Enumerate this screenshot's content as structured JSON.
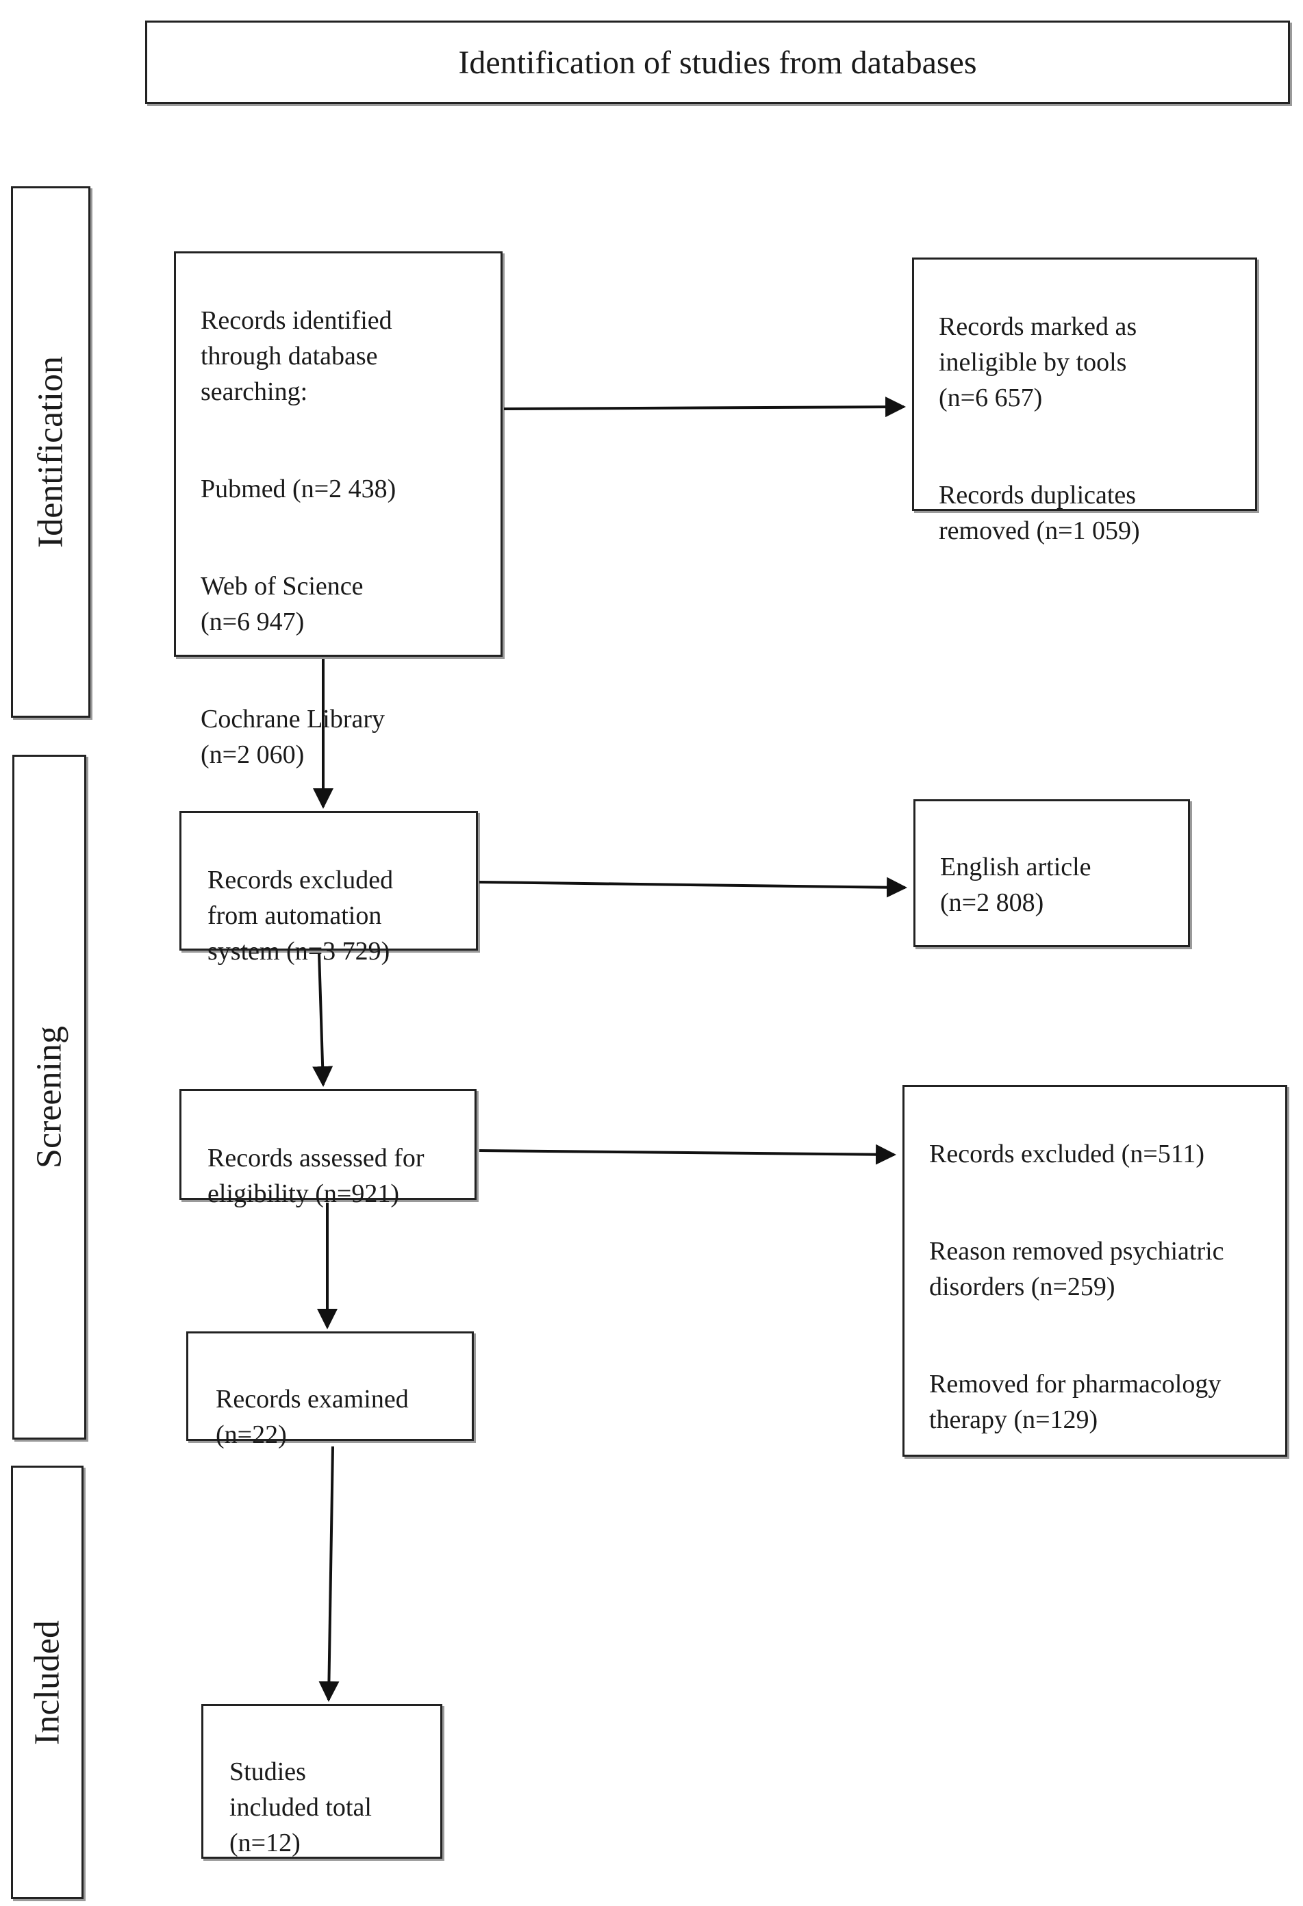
{
  "header": {
    "title": "Identification of studies from databases"
  },
  "phases": {
    "identification": "Identification",
    "screening": "Screening",
    "included": "Included"
  },
  "boxes": {
    "records_identified": {
      "intro": "Records identified\nthrough database\nsearching:",
      "pubmed": "Pubmed (n=2 438)",
      "wos": "Web of Science\n(n=6 947)",
      "cochrane": "Cochrane Library\n(n=2 060)"
    },
    "removed_before_screening": {
      "ineligible": "Records marked as\nineligible by tools\n(n=6 657)",
      "duplicates": "Records duplicates\nremoved (n=1 059)"
    },
    "excluded_automation": {
      "text": "Records excluded\nfrom automation\nsystem (n=3 729)"
    },
    "english_article": {
      "text": "English article\n(n=2 808)"
    },
    "assessed_eligibility": {
      "text": "Records assessed for\neligibility (n=921)"
    },
    "records_excluded": {
      "total": "Records excluded (n=511)",
      "psychiatric": "Reason removed psychiatric\ndisorders (n=259)",
      "pharmacology": "Removed for pharmacology\ntherapy (n=129)"
    },
    "records_examined": {
      "text": "Records examined\n(n=22)"
    },
    "studies_included": {
      "text": "Studies\nincluded total\n(n=12)"
    }
  }
}
